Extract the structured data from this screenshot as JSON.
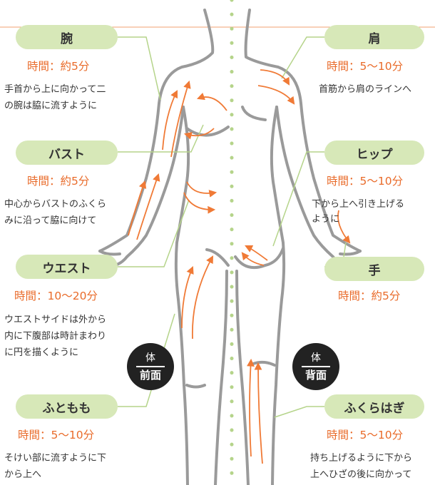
{
  "colors": {
    "pill_bg": "#d7e8b8",
    "time_text": "#e96b2a",
    "arrow": "#f07a36",
    "body_outline": "#9a9a9a",
    "leader_line": "#b5d48a",
    "badge_bg": "#222222"
  },
  "left_items": [
    {
      "title": "腕",
      "time": "時間：約5分",
      "desc": [
        "手首から上に向かって二",
        "の腕は脇に流すように"
      ]
    },
    {
      "title": "バスト",
      "time": "時間：約5分",
      "desc": [
        "中心からバストのふくら",
        "みに沿って脇に向けて"
      ]
    },
    {
      "title": "ウエスト",
      "time": "時間：10〜20分",
      "desc": [
        "ウエストサイドは外から",
        "内に下腹部は時計まわり",
        "に円を描くように"
      ]
    },
    {
      "title": "ふともも",
      "time": "時間：5〜10分",
      "desc": [
        "そけい部に流すように下",
        "から上へ"
      ]
    }
  ],
  "right_items": [
    {
      "title": "肩",
      "time": "時間：5〜10分",
      "desc": [
        "首筋から肩のラインへ"
      ]
    },
    {
      "title": "ヒップ",
      "time": "時間：5〜10分",
      "desc": [
        "下から上へ引き上げる",
        "ように"
      ]
    },
    {
      "title": "手",
      "time": "時間：約5分",
      "desc": []
    },
    {
      "title": "ふくらはぎ",
      "time": "時間：5〜10分",
      "desc": [
        "持ち上げるように下から",
        "上へひざの後に向かって"
      ]
    }
  ],
  "badges": [
    {
      "top": "体",
      "bottom": "前面"
    },
    {
      "top": "体",
      "bottom": "背面"
    }
  ]
}
